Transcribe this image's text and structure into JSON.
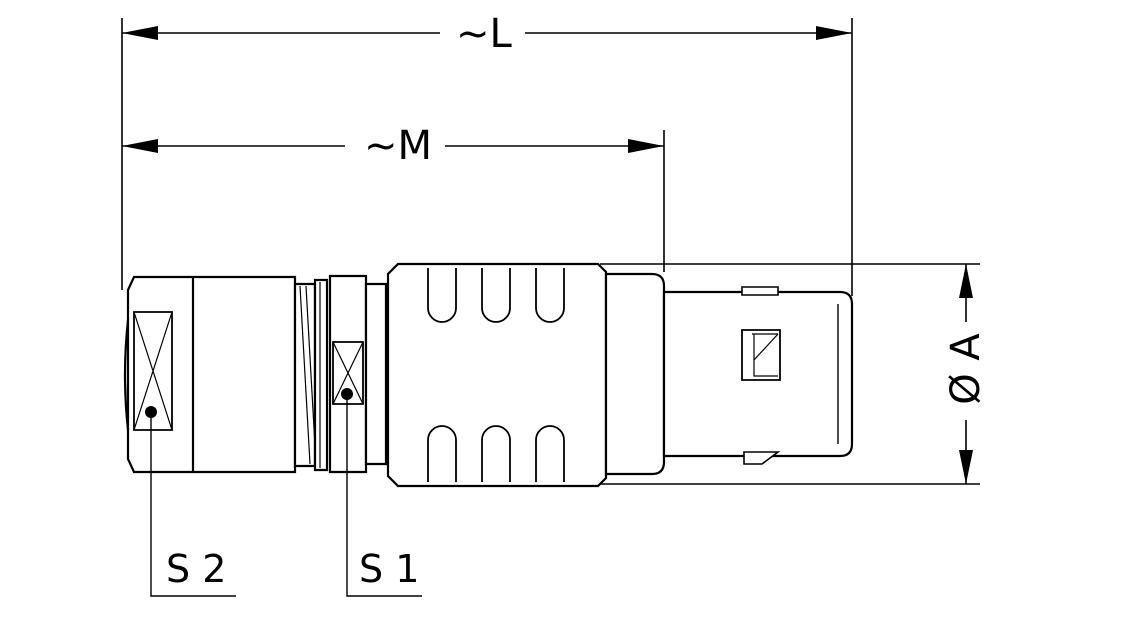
{
  "dimensions": {
    "length_label": "~L",
    "m_label": "~M",
    "diameter_label": "Ø A"
  },
  "callouts": {
    "s2_label": "S 2",
    "s1_label": "S 1"
  },
  "colors": {
    "line": "#000000",
    "background": "#ffffff"
  }
}
